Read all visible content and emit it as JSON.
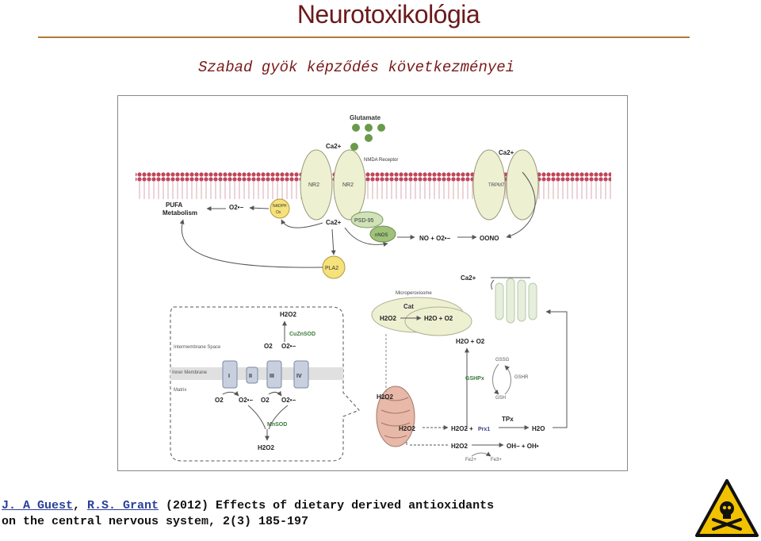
{
  "title": "Neurotoxikológia",
  "subtitle": "Szabad gyök képződés következményei",
  "figure": {
    "glutamate": "Glutamate",
    "nmda_receptor": "NMDA\nReceptor",
    "ca_top_left": "Ca2+",
    "ca_top_right": "Ca2+",
    "nr2_a": "NR2",
    "nr2_b": "NR2",
    "trpm7": "TRPM7",
    "pufa": "PUFA",
    "metabolism": "Metabolism",
    "o2_radical": "O2•−",
    "nadph_ox_1": "NADPH",
    "nadph_ox_2": "Ox",
    "psd95": "PSD-95",
    "nnos": "nNOS",
    "ca_mid": "Ca2+",
    "no_o2": "NO + O2•−",
    "oono": "OONO",
    "pla2": "PLA2",
    "ca_lower": "Ca2+",
    "microperoxisome": "Microperoxisome",
    "cat": "Cat",
    "cat_h2o2": "H2O2",
    "cat_h2o_o2": "H2O + O2",
    "h2o_o2_mid": "H2O + O2",
    "gssg": "GSSG",
    "gshpx": "GSHPx",
    "gshr": "GSHR",
    "gsh": "GSH",
    "h2o2_mito": "H2O2",
    "h2o2_left": "H2O2",
    "h2o2_prx": "H2O2 +",
    "prx1": "Prx1",
    "tpx": "TPx",
    "h2o_right": "H2O",
    "h2o2_fenton": "H2O2",
    "oh_products": "OH− + OH•",
    "fe2": "Fe2+",
    "fe3": "Fe3+",
    "inset_h2o2_top": "H2O2",
    "cuznsod": "CuZnSOD",
    "inset_o2a": "O2",
    "inset_o2b": "O2•−",
    "intermembrane": "Intermembrane\nSpace",
    "inner_membrane": "Inner Membrane",
    "matrix": "Matrix",
    "complex_I": "I",
    "complex_II": "II",
    "complex_III": "III",
    "complex_IV": "IV",
    "m_o2_1": "O2",
    "m_o2_2": "O2•−",
    "m_o2_3": "O2",
    "m_o2_4": "O2•−",
    "mnsod": "MnSOD",
    "inset_h2o2_bottom": "H2O2"
  },
  "reference": {
    "author1": "J. A Guest",
    "sep": ", ",
    "author2": "R.S. Grant",
    "rest_line1": " (2012) Effects of dietary derived antioxidants",
    "line2": "on the central nervous system, 2(3) 185-197"
  },
  "colors": {
    "title": "#6b1a1a",
    "membrane": "#c0455a",
    "receptor": "#eef0d2",
    "green_dot": "#6a9a4a",
    "enzyme_yellow": "#f5e27a",
    "link": "#2a3f9a"
  }
}
